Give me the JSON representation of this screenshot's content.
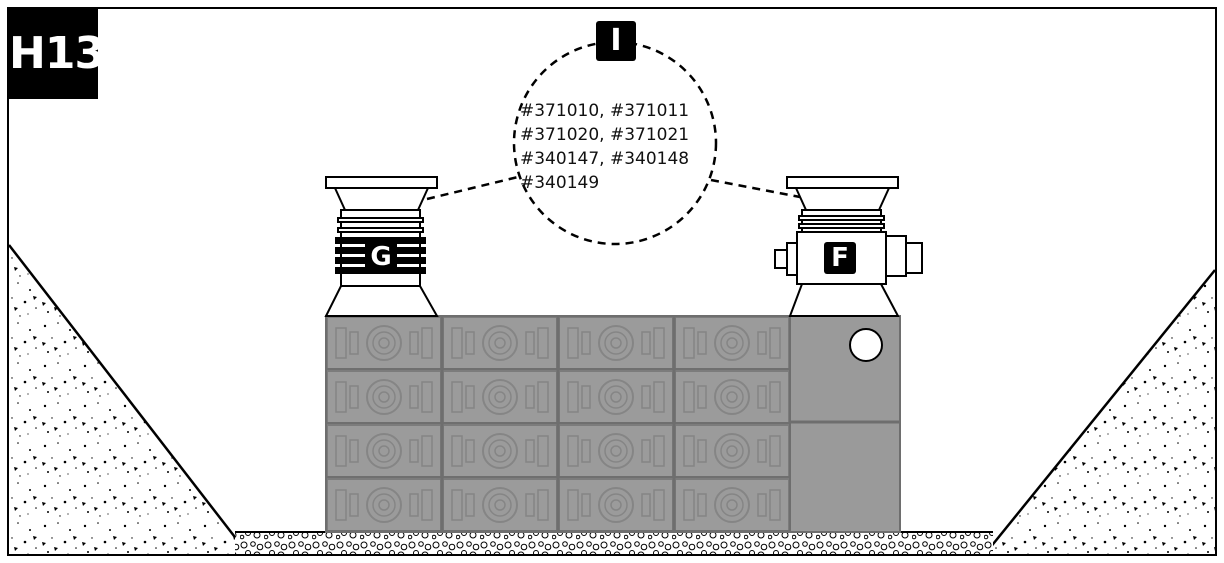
{
  "step_label": "H13",
  "callout": {
    "tag": "I",
    "part_numbers": [
      "#371010, #371011",
      "#371020, #371021",
      "#340147, #340148",
      "#340149"
    ]
  },
  "components": {
    "left_riser_tag": "G",
    "right_riser_tag": "F"
  },
  "colors": {
    "tank_fill": "#9a9a9a",
    "tank_stroke": "#6e6e6e",
    "badge": "#000000",
    "outline": "#000000"
  }
}
